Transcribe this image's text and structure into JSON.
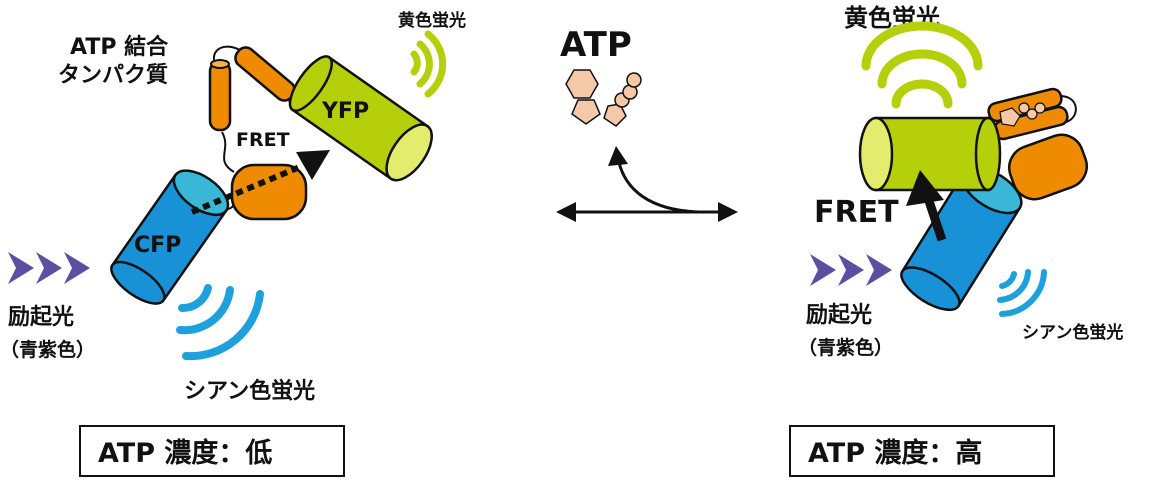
{
  "left_panel": {
    "protein_label_line1": "ATP 結合",
    "protein_label_line2": "タンパク質",
    "yellow_emission_label": "黄色蛍光",
    "yfp_label": "YFP",
    "fret_label": "FRET",
    "cfp_label": "CFP",
    "excitation_label": "励起光",
    "excitation_color_label": "（青紫色）",
    "cyan_emission_label": "シアン色蛍光",
    "caption": "ATP 濃度：低"
  },
  "center": {
    "atp_label": "ATP"
  },
  "right_panel": {
    "yellow_emission_label": "黄色蛍光",
    "fret_label": "FRET",
    "excitation_label": "励起光",
    "excitation_color_label": "（青紫色）",
    "cyan_emission_label": "シアン色蛍光",
    "caption": "ATP 濃度：高"
  },
  "colors": {
    "yfp": "#b5cf0a",
    "yfp_face": "#e3ec6c",
    "cfp": "#1991d6",
    "cfp_face": "#3ab7d6",
    "orange": "#ef8b00",
    "excitation": "#5b4fa0",
    "cyan_wave": "#1ea0dc",
    "yellow_wave": "#b5cf0a",
    "atp_molecule": "#f5c8a8"
  }
}
